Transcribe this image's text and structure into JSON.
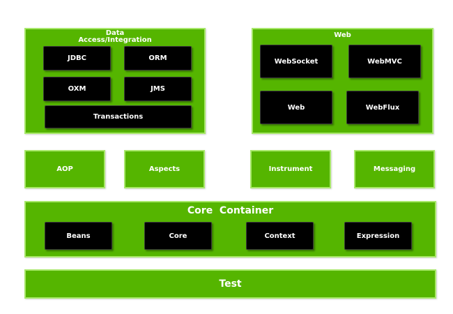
{
  "data_access": {
    "title_line1": "Data",
    "title_line2": "Access/Integration",
    "items": [
      "JDBC",
      "ORM",
      "OXM",
      "JMS",
      "Transactions"
    ]
  },
  "web": {
    "title": "Web",
    "items": [
      "WebSocket",
      "WebMVC",
      "Web",
      "WebFlux"
    ]
  },
  "middle": [
    "AOP",
    "Aspects",
    "Instrument",
    "Messaging"
  ],
  "core_container": {
    "title": "Core  Container",
    "items": [
      "Beans",
      "Core",
      "Context",
      "Expression"
    ]
  },
  "test": {
    "label": "Test"
  },
  "colors": {
    "green": "#55b500",
    "green_border": "#a8e86a",
    "module": "#000000"
  }
}
